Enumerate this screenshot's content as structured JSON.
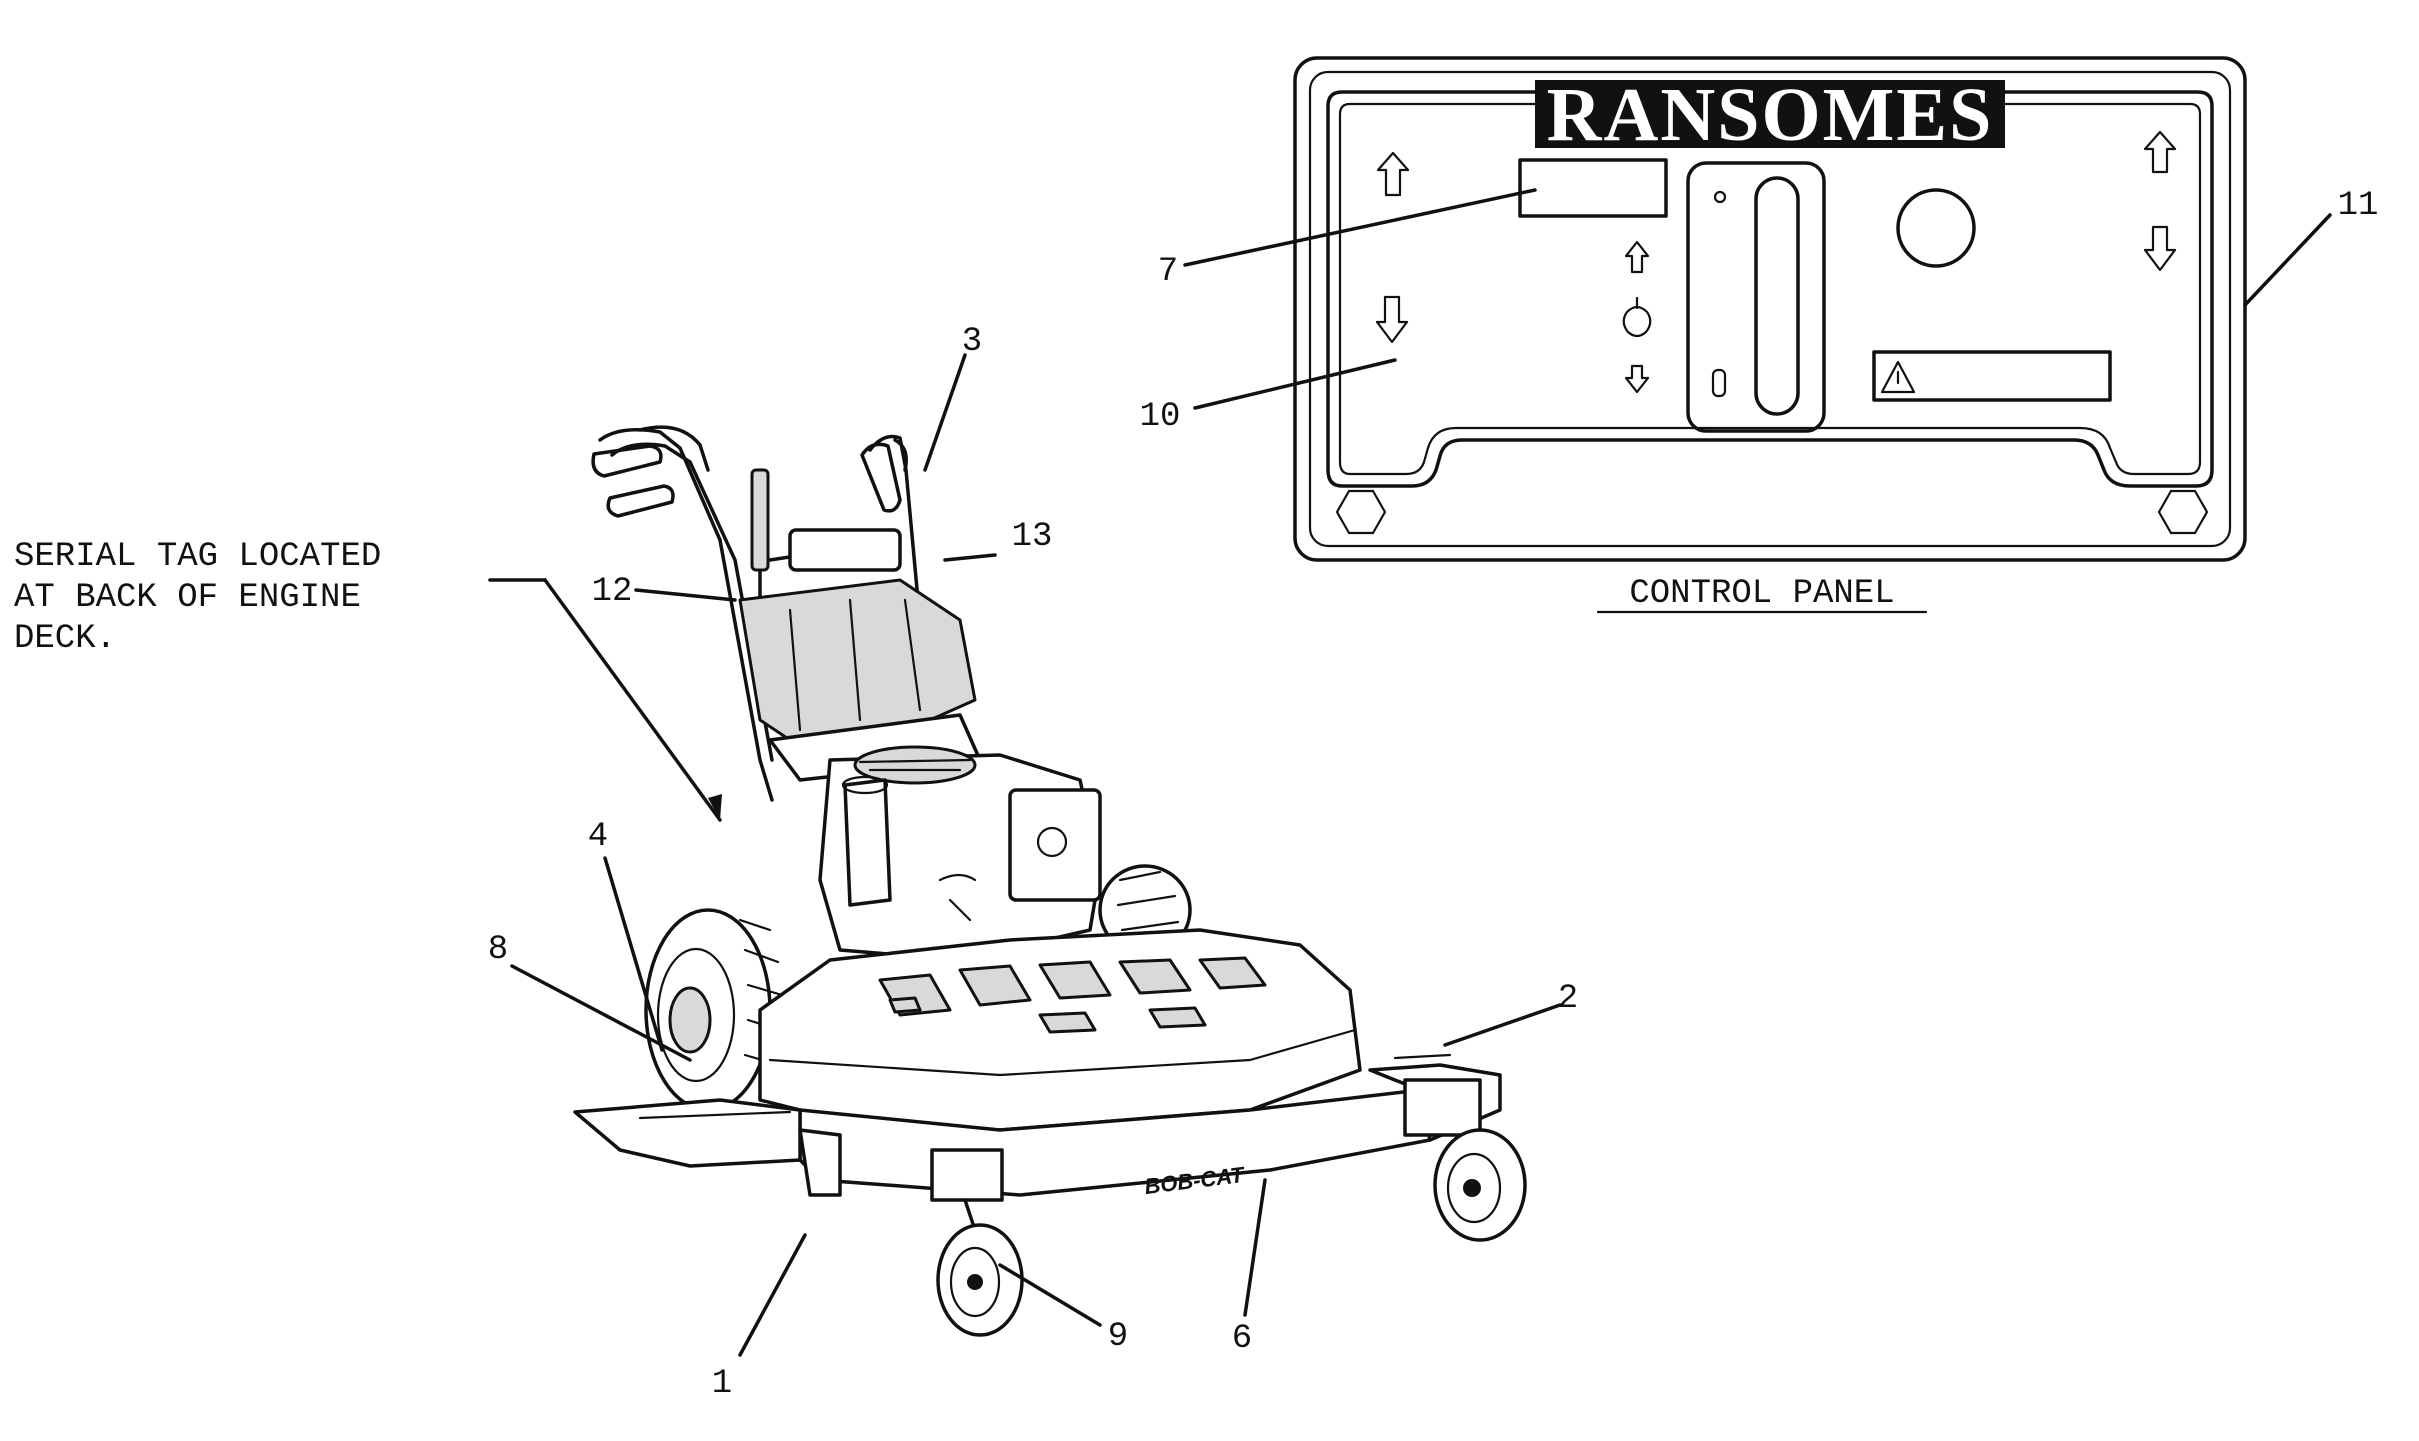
{
  "serial_note": {
    "lines": [
      "SERIAL TAG LOCATED",
      "AT BACK OF ENGINE",
      "DECK."
    ]
  },
  "control_panel": {
    "brand": "RANSOMES",
    "caption": "CONTROL PANEL"
  },
  "deck_logo": "BOB-CAT",
  "callouts": {
    "c1": "1",
    "c2": "2",
    "c3": "3",
    "c4": "4",
    "c6": "6",
    "c7": "7",
    "c8": "8",
    "c9": "9",
    "c10": "10",
    "c11": "11",
    "c12": "12",
    "c13": "13"
  },
  "icons": [
    "up-arrow-icon",
    "down-arrow-icon",
    "choke-icon",
    "warning-icon",
    "hex-bolt-icon"
  ]
}
